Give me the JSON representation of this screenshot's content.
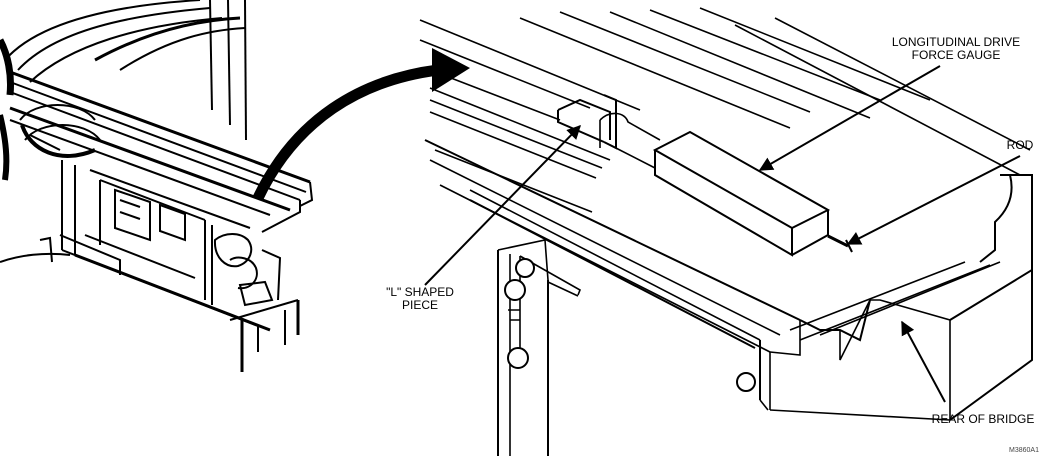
{
  "labels": {
    "longitudinal_line1": "LONGITUDINAL DRIVE",
    "longitudinal_line2": "FORCE GAUGE",
    "rod": "ROD",
    "l_shaped_line1": "\"L\" SHAPED",
    "l_shaped_line2": "PIECE",
    "rear_of_bridge": "REAR OF BRIDGE",
    "figure_code": "M3860A1"
  },
  "colors": {
    "ink": "#000000",
    "paper": "#ffffff"
  }
}
